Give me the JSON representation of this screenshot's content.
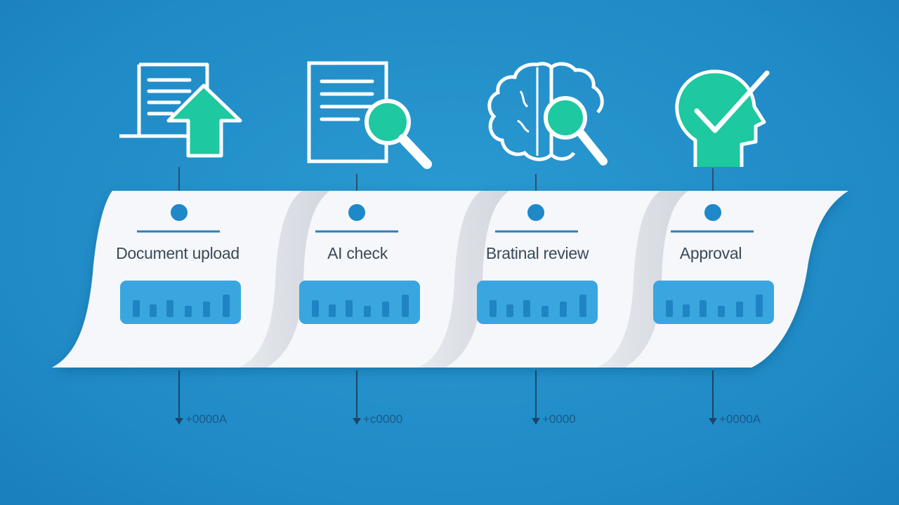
{
  "stages": [
    {
      "label": "Document upload",
      "icon": "document-upload-icon",
      "value": "+0000A"
    },
    {
      "label": "AI check",
      "icon": "document-search-icon",
      "value": "+c0000"
    },
    {
      "label": "Bratinal review",
      "icon": "brain-search-icon",
      "value": "+0000"
    },
    {
      "label": "Approval",
      "icon": "head-check-icon",
      "value": "+0000A"
    }
  ],
  "colors": {
    "background": "#2190cb",
    "ribbon": "#f5f7fa",
    "accent_teal": "#1ec8a0",
    "marker_blue": "#1f88c8",
    "badge_blue": "#3aa6df"
  }
}
